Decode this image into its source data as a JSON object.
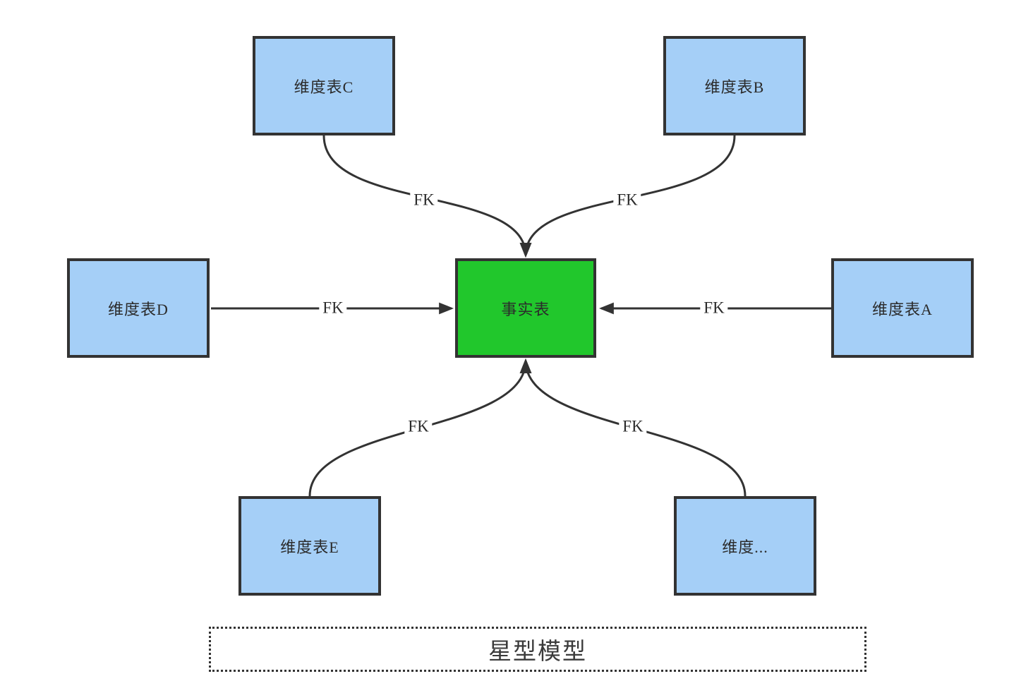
{
  "diagram": {
    "title": "星型模型",
    "fact_table": {
      "label": "事实表"
    },
    "dimension_tables": [
      {
        "label": "维度表C"
      },
      {
        "label": "维度表B"
      },
      {
        "label": "维度表D"
      },
      {
        "label": "维度表A"
      },
      {
        "label": "维度表E"
      },
      {
        "label": "维度..."
      }
    ],
    "edges": [
      {
        "from": "维度表C",
        "to": "事实表",
        "label": "FK"
      },
      {
        "from": "维度表B",
        "to": "事实表",
        "label": "FK"
      },
      {
        "from": "维度表D",
        "to": "事实表",
        "label": "FK"
      },
      {
        "from": "维度表A",
        "to": "事实表",
        "label": "FK"
      },
      {
        "from": "维度表E",
        "to": "事实表",
        "label": "FK"
      },
      {
        "from": "维度...",
        "to": "事实表",
        "label": "FK"
      }
    ],
    "colors": {
      "dimension_fill": "#A5CFF7",
      "fact_fill": "#21C72C",
      "stroke": "#333333",
      "background": "#FFFFFF",
      "text": "#2B2B2B"
    }
  }
}
